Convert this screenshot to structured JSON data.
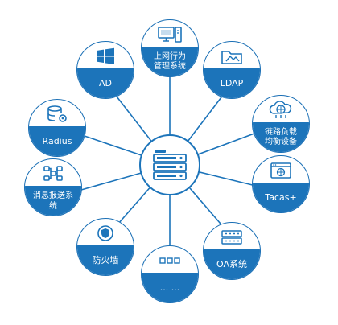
{
  "nodes": {
    "behavior": {
      "label_line1": "上网行为",
      "label_line2": "管理系统",
      "icon": "computer-icon"
    },
    "ad": {
      "label": "AD",
      "icon": "windows-logo-icon"
    },
    "ldap": {
      "label": "LDAP",
      "icon": "folder-icon"
    },
    "radius": {
      "label": "Radius",
      "icon": "database-gear-icon"
    },
    "loadbalance": {
      "label_line1": "链路负载",
      "label_line2": "均衡设备",
      "icon": "globe-cloud-icon"
    },
    "mq": {
      "label": "消息报送系统",
      "icon": "network-nodes-icon"
    },
    "tacas": {
      "label": "Tacas+",
      "icon": "browser-globe-icon"
    },
    "firewall": {
      "label": "防火墙",
      "icon": "shield-icon"
    },
    "more": {
      "label": "... ...",
      "icon": "dots-icon"
    },
    "oa": {
      "label": "OA系统",
      "icon": "server-rack-icon"
    }
  },
  "center": {
    "icon": "rack-server-icon"
  },
  "colors": {
    "primary": "#1c74ba",
    "stroke": "#1a6fb5",
    "background": "#ffffff"
  }
}
